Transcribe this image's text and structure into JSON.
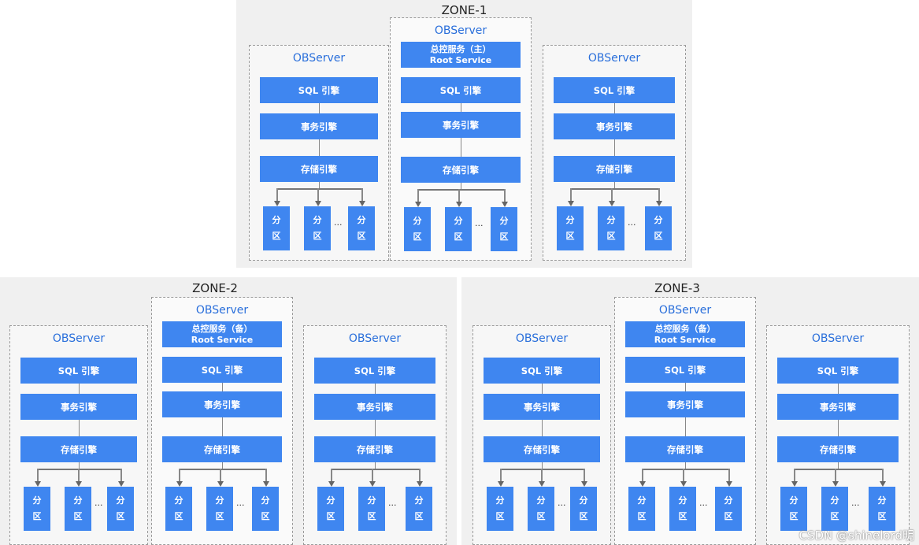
{
  "labels": {
    "observer": "OBServer",
    "sql": "SQL 引擎",
    "txn": "事务引擎",
    "storage": "存储引擎",
    "part_top": "分",
    "part_bottom": "区",
    "ellipsis": "...",
    "root_service": "Root Service"
  },
  "zones": [
    {
      "name": "ZONE-1",
      "rs_role": "总控服务（主）"
    },
    {
      "name": "ZONE-2",
      "rs_role": "总控服务（备）"
    },
    {
      "name": "ZONE-3",
      "rs_role": "总控服务（备）"
    }
  ],
  "watermark": "CSDN @shinelord明",
  "colors": {
    "block": "#3f86f0",
    "title": "#2a6fdb",
    "zone_bg": "#f0f0f0"
  }
}
